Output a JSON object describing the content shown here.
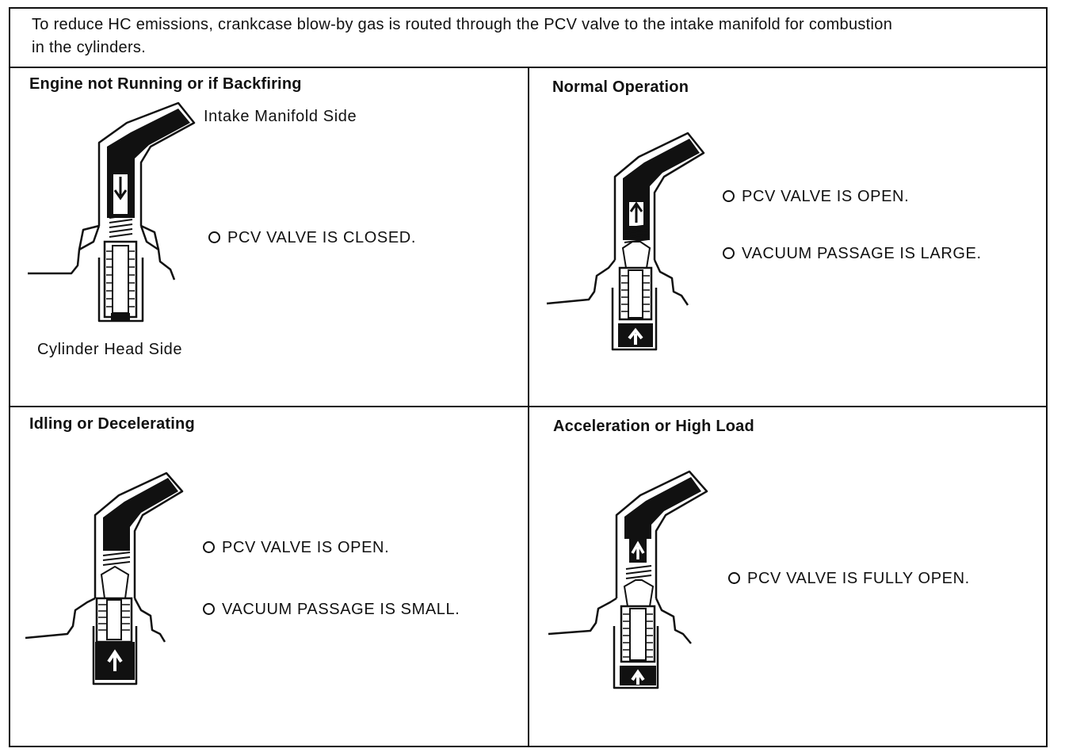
{
  "intro": {
    "text": "To reduce HC emissions, crankcase blow-by gas is routed through the PCV valve to the intake manifold for combustion in the cylinders."
  },
  "panels": [
    {
      "title": "Engine not Running or if Backfiring",
      "labels": {
        "intake": "Intake Manifold Side",
        "cylinder": "Cylinder Head Side"
      },
      "bullets": [
        "PCV VALVE IS CLOSED."
      ]
    },
    {
      "title": "Normal Operation",
      "bullets": [
        "PCV VALVE IS OPEN.",
        "VACUUM PASSAGE IS LARGE."
      ]
    },
    {
      "title": "Idling or Decelerating",
      "bullets": [
        "PCV VALVE IS OPEN.",
        "VACUUM PASSAGE IS SMALL."
      ]
    },
    {
      "title": "Acceleration or High Load",
      "bullets": [
        "PCV VALVE IS FULLY OPEN."
      ]
    }
  ]
}
